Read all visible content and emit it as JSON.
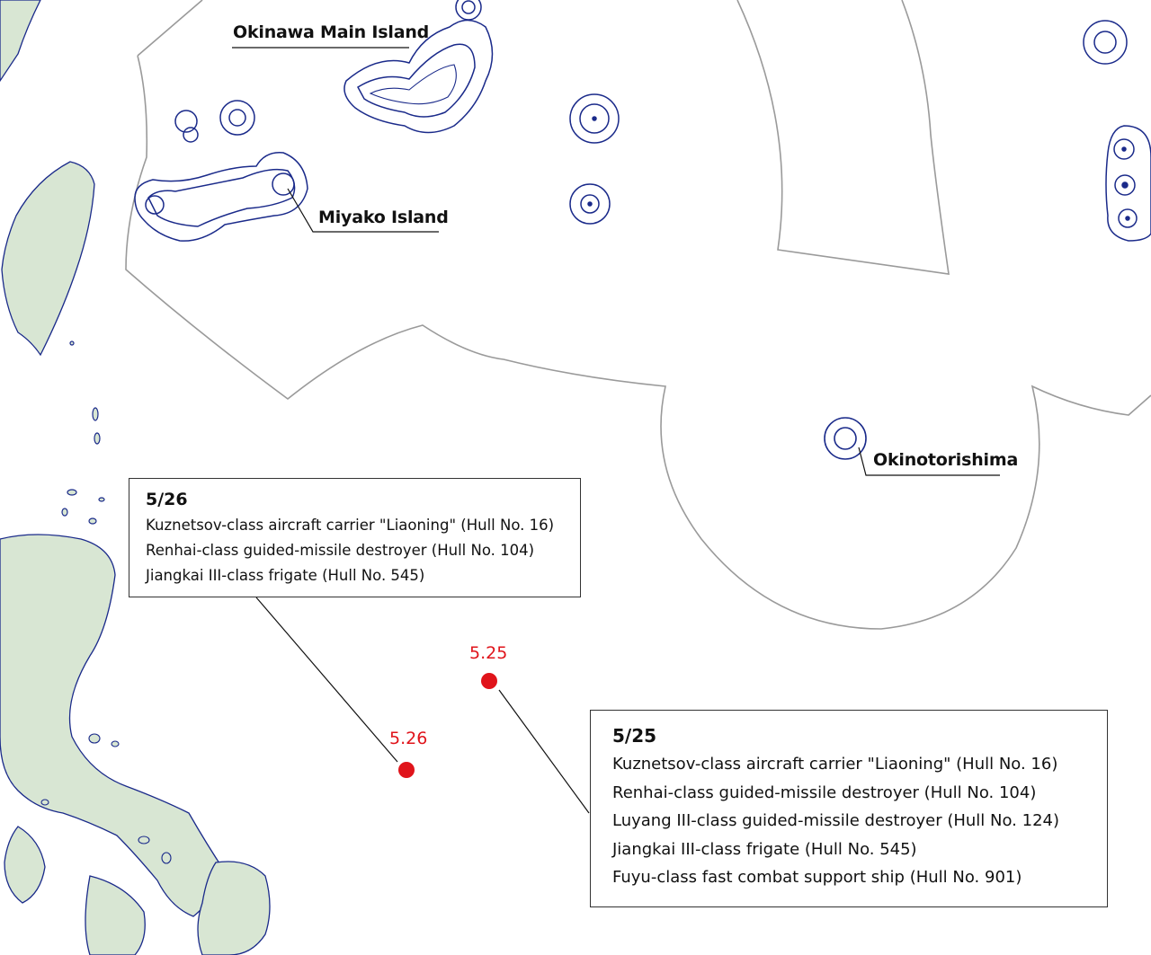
{
  "map": {
    "colors": {
      "land": "#d8e6d3",
      "land_outline": "#1a2a8a",
      "eez_boundary": "#9a9a9a",
      "position_marker": "#e0141b",
      "leader_line": "#111111"
    },
    "place_labels": {
      "okinawa": "Okinawa Main Island",
      "miyako": "Miyako Island",
      "okinotorishima": "Okinotorishima"
    },
    "positions": [
      {
        "id": "p526",
        "label": "5.26"
      },
      {
        "id": "p525",
        "label": "5.25"
      }
    ],
    "info_boxes": {
      "may26": {
        "date": "5/26",
        "ships": [
          "Kuznetsov-class aircraft carrier \"Liaoning\" (Hull No. 16)",
          "Renhai-class guided-missile destroyer (Hull No. 104)",
          "Jiangkai III-class frigate (Hull No. 545)"
        ]
      },
      "may25": {
        "date": "5/25",
        "ships": [
          "Kuznetsov-class aircraft carrier \"Liaoning\" (Hull No. 16)",
          "Renhai-class guided-missile destroyer (Hull No. 104)",
          "Luyang III-class guided-missile destroyer (Hull No. 124)",
          "Jiangkai III-class frigate (Hull No. 545)",
          "Fuyu-class fast combat support ship (Hull No. 901)"
        ]
      }
    }
  }
}
